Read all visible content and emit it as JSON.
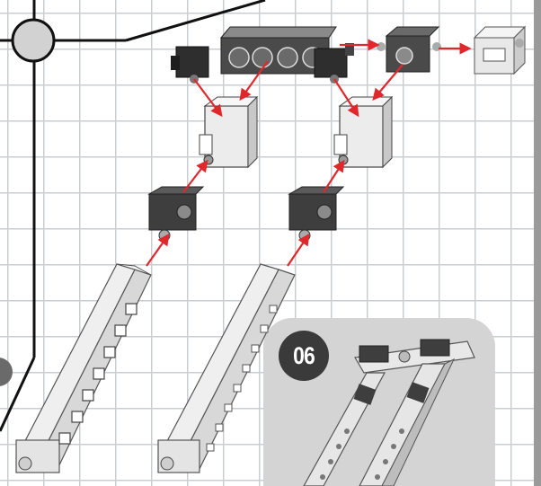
{
  "step": {
    "number": "06"
  },
  "colors": {
    "grid": "#c9ccd0",
    "arrow": "#e0282c",
    "panel": "#d4d4d4",
    "badge": "#3a3a3a",
    "block-light": "#e6e6e6",
    "block-dark": "#3e3e3e"
  },
  "parts": [
    {
      "name": "hub-circle",
      "icon": "circle-node-icon"
    },
    {
      "name": "triple-power-block",
      "icon": "power-block-icon"
    },
    {
      "name": "left-connector",
      "icon": "connector-icon"
    },
    {
      "name": "center-connector",
      "icon": "connector-icon"
    },
    {
      "name": "right-gray-cube",
      "icon": "gray-cube-icon"
    },
    {
      "name": "white-socket-cube",
      "icon": "white-cube-icon"
    },
    {
      "name": "light-coupler-left",
      "icon": "coupler-icon"
    },
    {
      "name": "light-coupler-right",
      "icon": "coupler-icon"
    },
    {
      "name": "dark-coupler-left",
      "icon": "dark-cube-icon"
    },
    {
      "name": "dark-coupler-right",
      "icon": "dark-cube-icon"
    },
    {
      "name": "outlet-bar-left",
      "icon": "power-strip-icon"
    },
    {
      "name": "outlet-bar-right",
      "icon": "power-strip-icon"
    }
  ]
}
